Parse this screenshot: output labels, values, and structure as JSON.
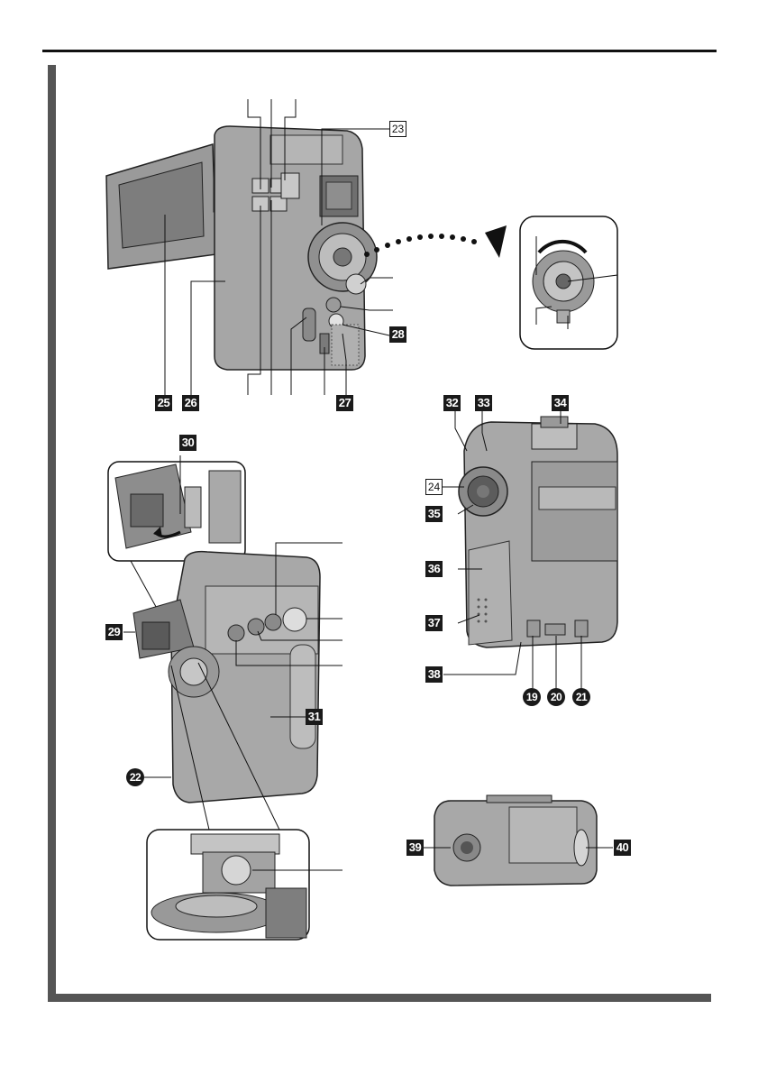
{
  "callouts": {
    "b19": "19",
    "b20": "20",
    "b21": "21",
    "b22": "22",
    "b23": "23",
    "b24": "24",
    "b25": "25",
    "b26": "26",
    "b27": "27",
    "b28": "28",
    "b29": "29",
    "b30": "30",
    "b31": "31",
    "b32": "32",
    "b33": "33",
    "b34": "34",
    "b35": "35",
    "b36": "36",
    "b37": "37",
    "b38": "38",
    "b39": "39",
    "b40": "40"
  }
}
